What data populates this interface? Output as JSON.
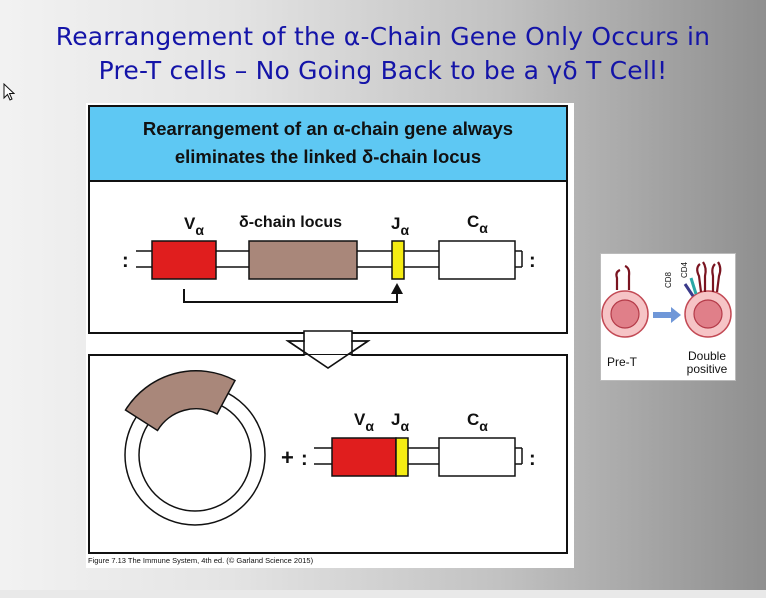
{
  "slide": {
    "title_line1": "Rearrangement of the α-Chain Gene Only Occurs in",
    "title_line2": "Pre-T cells – No Going Back to be a γδ T Cell!"
  },
  "figure": {
    "header_line1": "Rearrangement of an α-chain gene always",
    "header_line2": "eliminates the linked δ-chain locus",
    "top_panel": {
      "v_label": "V",
      "v_sub": "α",
      "delta_label": "δ-chain locus",
      "j_label": "J",
      "j_sub": "α",
      "c_label": "C",
      "c_sub": "α",
      "end_mark_left": ":",
      "end_mark_right": ":"
    },
    "bottom_panel": {
      "v_label": "V",
      "v_sub": "α",
      "j_label": "J",
      "j_sub": "α",
      "c_label": "C",
      "c_sub": "α",
      "plus_mark": "+",
      "end_mark_left": ":",
      "end_mark_right": ":"
    },
    "caption": "Figure 7.13 The Immune System, 4th ed. (© Garland Science 2015)",
    "colors": {
      "v_segment": "#e01e1e",
      "j_segment": "#f5ec13",
      "delta_locus": "#a9877a",
      "header_band": "#5ec8f3"
    }
  },
  "inset": {
    "cd8_label": "CD8",
    "cd4_label": "CD4",
    "pre_t_label": "Pre-T",
    "double_line1": "Double",
    "double_line2": "positive"
  }
}
